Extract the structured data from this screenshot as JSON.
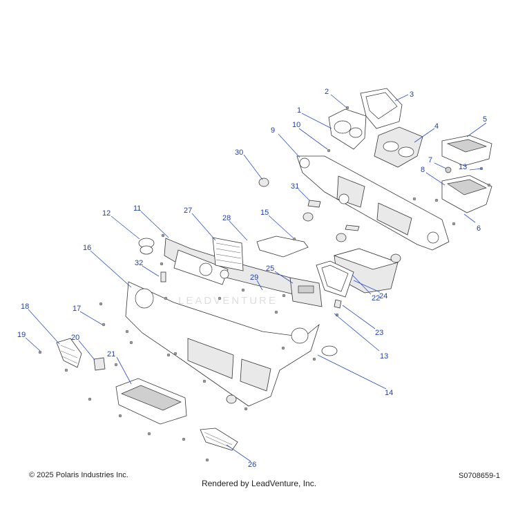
{
  "callouts": [
    {
      "id": "1",
      "label": "1"
    },
    {
      "id": "2",
      "label": "2"
    },
    {
      "id": "3",
      "label": "3"
    },
    {
      "id": "4",
      "label": "4"
    },
    {
      "id": "5",
      "label": "5"
    },
    {
      "id": "6",
      "label": "6"
    },
    {
      "id": "7",
      "label": "7"
    },
    {
      "id": "8",
      "label": "8"
    },
    {
      "id": "9",
      "label": "9"
    },
    {
      "id": "10",
      "label": "10"
    },
    {
      "id": "11",
      "label": "11"
    },
    {
      "id": "12",
      "label": "12"
    },
    {
      "id": "13a",
      "label": "13"
    },
    {
      "id": "13b",
      "label": "13"
    },
    {
      "id": "14",
      "label": "14"
    },
    {
      "id": "15",
      "label": "15"
    },
    {
      "id": "16",
      "label": "16"
    },
    {
      "id": "17",
      "label": "17"
    },
    {
      "id": "18",
      "label": "18"
    },
    {
      "id": "19",
      "label": "19"
    },
    {
      "id": "20",
      "label": "20"
    },
    {
      "id": "21",
      "label": "21"
    },
    {
      "id": "22",
      "label": "22"
    },
    {
      "id": "23",
      "label": "23"
    },
    {
      "id": "24",
      "label": "24"
    },
    {
      "id": "25",
      "label": "25"
    },
    {
      "id": "26",
      "label": "26"
    },
    {
      "id": "27",
      "label": "27"
    },
    {
      "id": "28",
      "label": "28"
    },
    {
      "id": "29",
      "label": "29"
    },
    {
      "id": "30",
      "label": "30"
    },
    {
      "id": "31",
      "label": "31"
    },
    {
      "id": "32",
      "label": "32"
    }
  ],
  "footer": {
    "copyright": "© 2025 Polaris Industries Inc.",
    "rendered_by": "Rendered by LeadVenture, Inc.",
    "drawing_id": "S0708659-1"
  },
  "watermark": "LEADVENTURE",
  "colors": {
    "callout": "#1f3fa8",
    "line_art": "#333333"
  }
}
